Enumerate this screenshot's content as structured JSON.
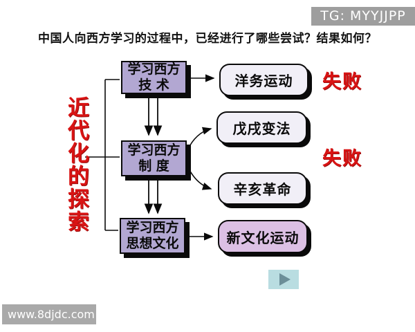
{
  "badge": {
    "text": "TG: MYYJJPP"
  },
  "title": {
    "text": "中国人向西方学习的过程中，已经进行了哪些尝试？结果如何？"
  },
  "diagram": {
    "theme": "近代化的探索",
    "levels": [
      {
        "line1": "学习西方",
        "line2": "技 术"
      },
      {
        "line1": "学习西方",
        "line2": "制 度"
      },
      {
        "line1": "学习西方",
        "line2": "思想文化"
      }
    ],
    "movements": [
      {
        "label": "洋务运动"
      },
      {
        "label": "戊戌变法"
      },
      {
        "label": "辛亥革命"
      },
      {
        "label": "新文化运动"
      }
    ],
    "results": [
      {
        "label": "失败"
      },
      {
        "label": "失败"
      }
    ]
  },
  "footer": {
    "watermark": "www.8djdc.com"
  },
  "icons": {
    "next_button": "play-triangle-icon"
  },
  "colors": {
    "level_box_fill": "#b2a7d2",
    "movement_box_fill": "#f1eff7",
    "movement_highlight_fill": "#dcc0e4",
    "result_text": "#d91414",
    "theme_text": "#d91414",
    "badge_bg": "#9e9e9e",
    "watermark_bg": "#a9a9a9",
    "play_button_bg": "#b9dde1",
    "play_triangle": "#6b8e98",
    "connector_stroke": "#0a0a0a"
  }
}
